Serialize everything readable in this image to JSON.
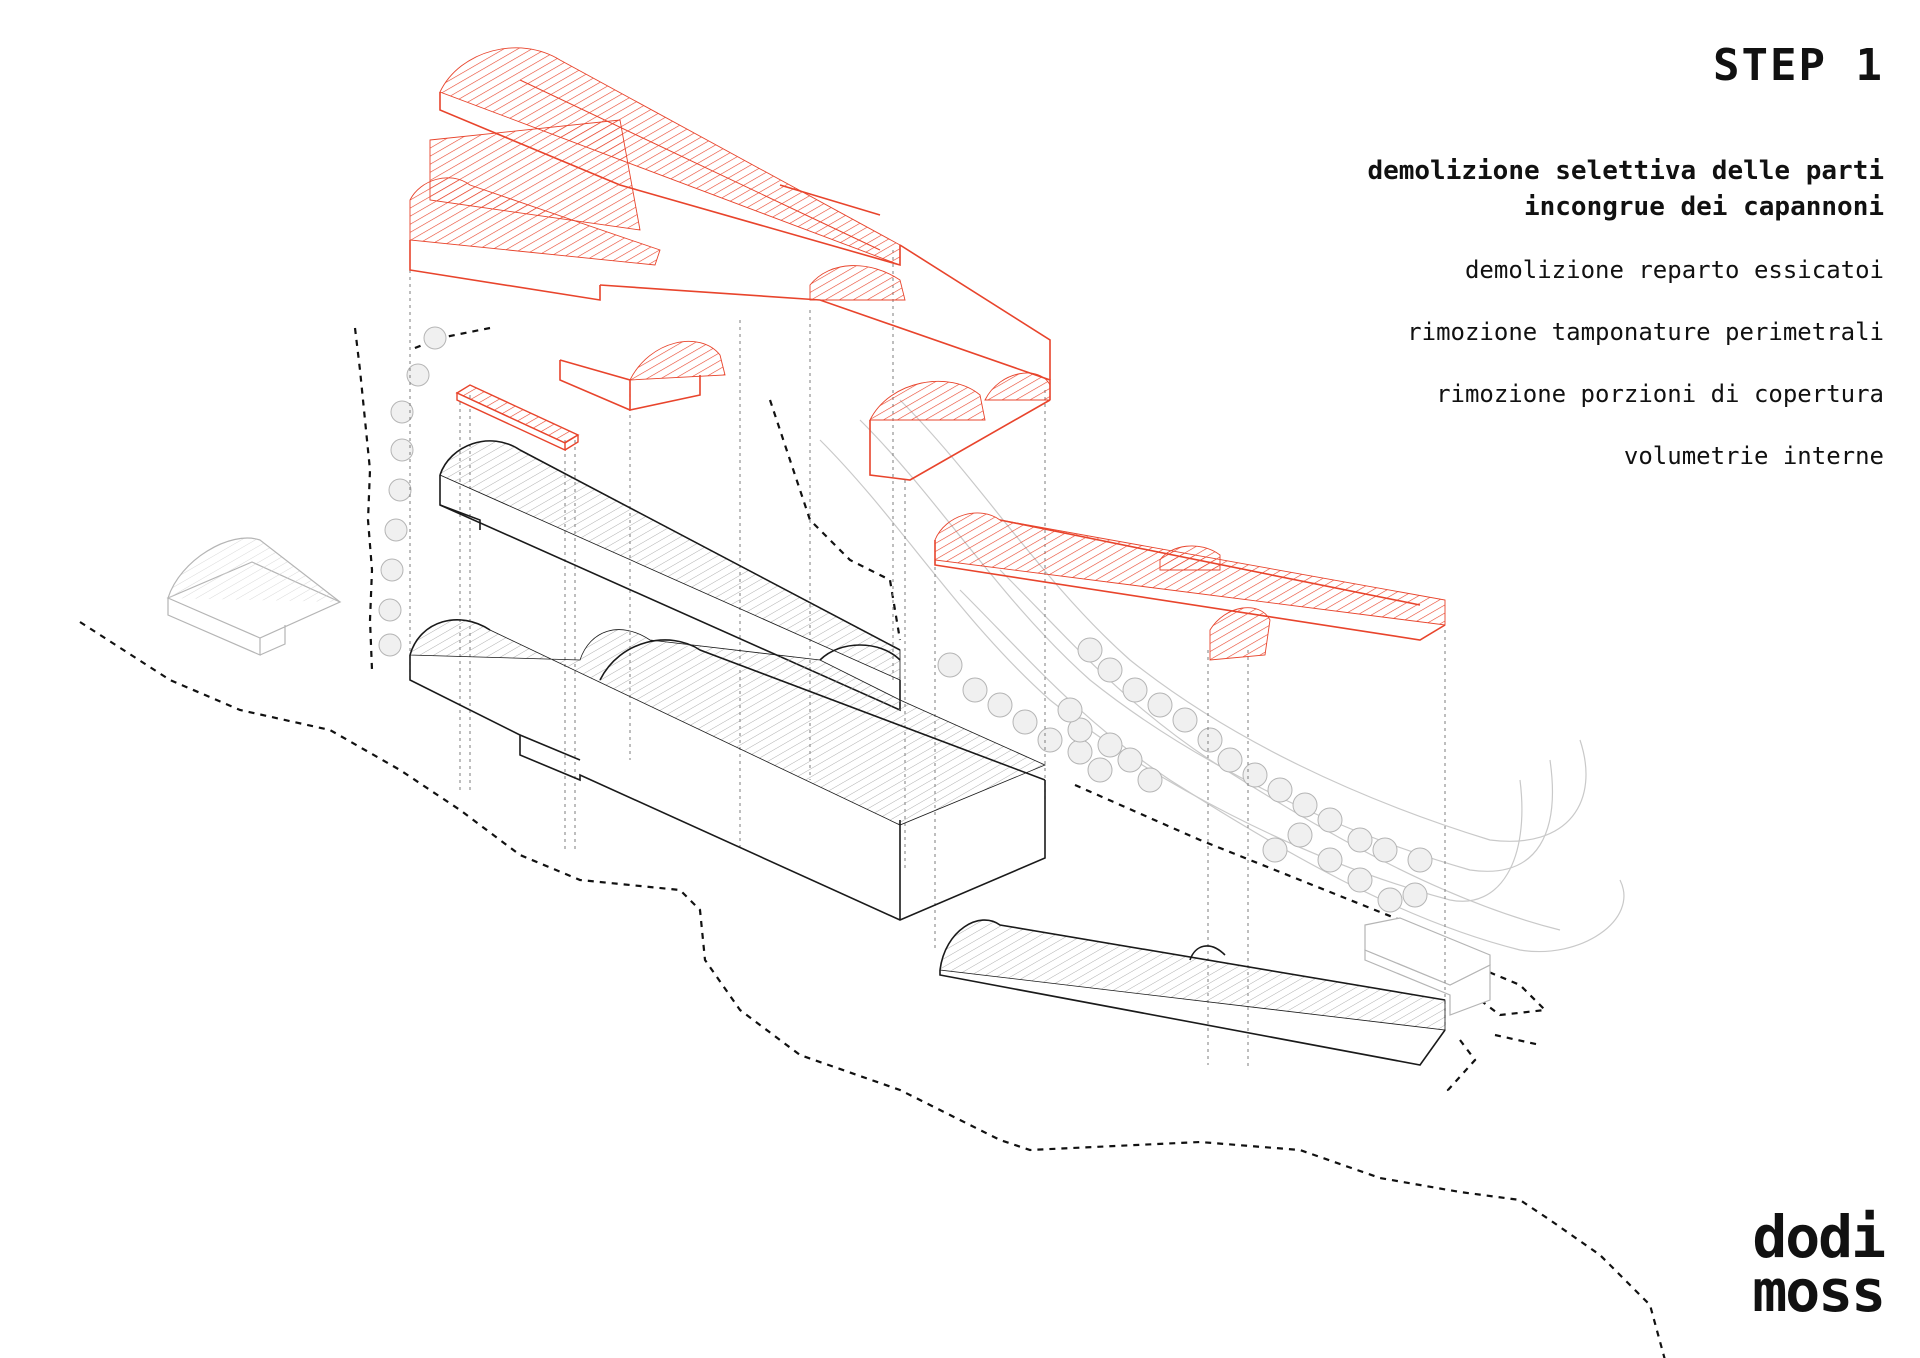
{
  "step": "STEP 1",
  "headline": [
    "demolizione selettiva delle parti",
    "incongrue dei capannoni"
  ],
  "items": [
    "demolizione reparto essicatoi",
    "rimozione tamponature perimetrali",
    "rimozione porzioni di copertura",
    "volumetrie interne"
  ],
  "logo": [
    "dodi",
    "moss"
  ],
  "colors": {
    "demolition": "#e8442c",
    "existing": "#1a1a1a",
    "context": "#bdbdbd",
    "ink": "#111111"
  }
}
